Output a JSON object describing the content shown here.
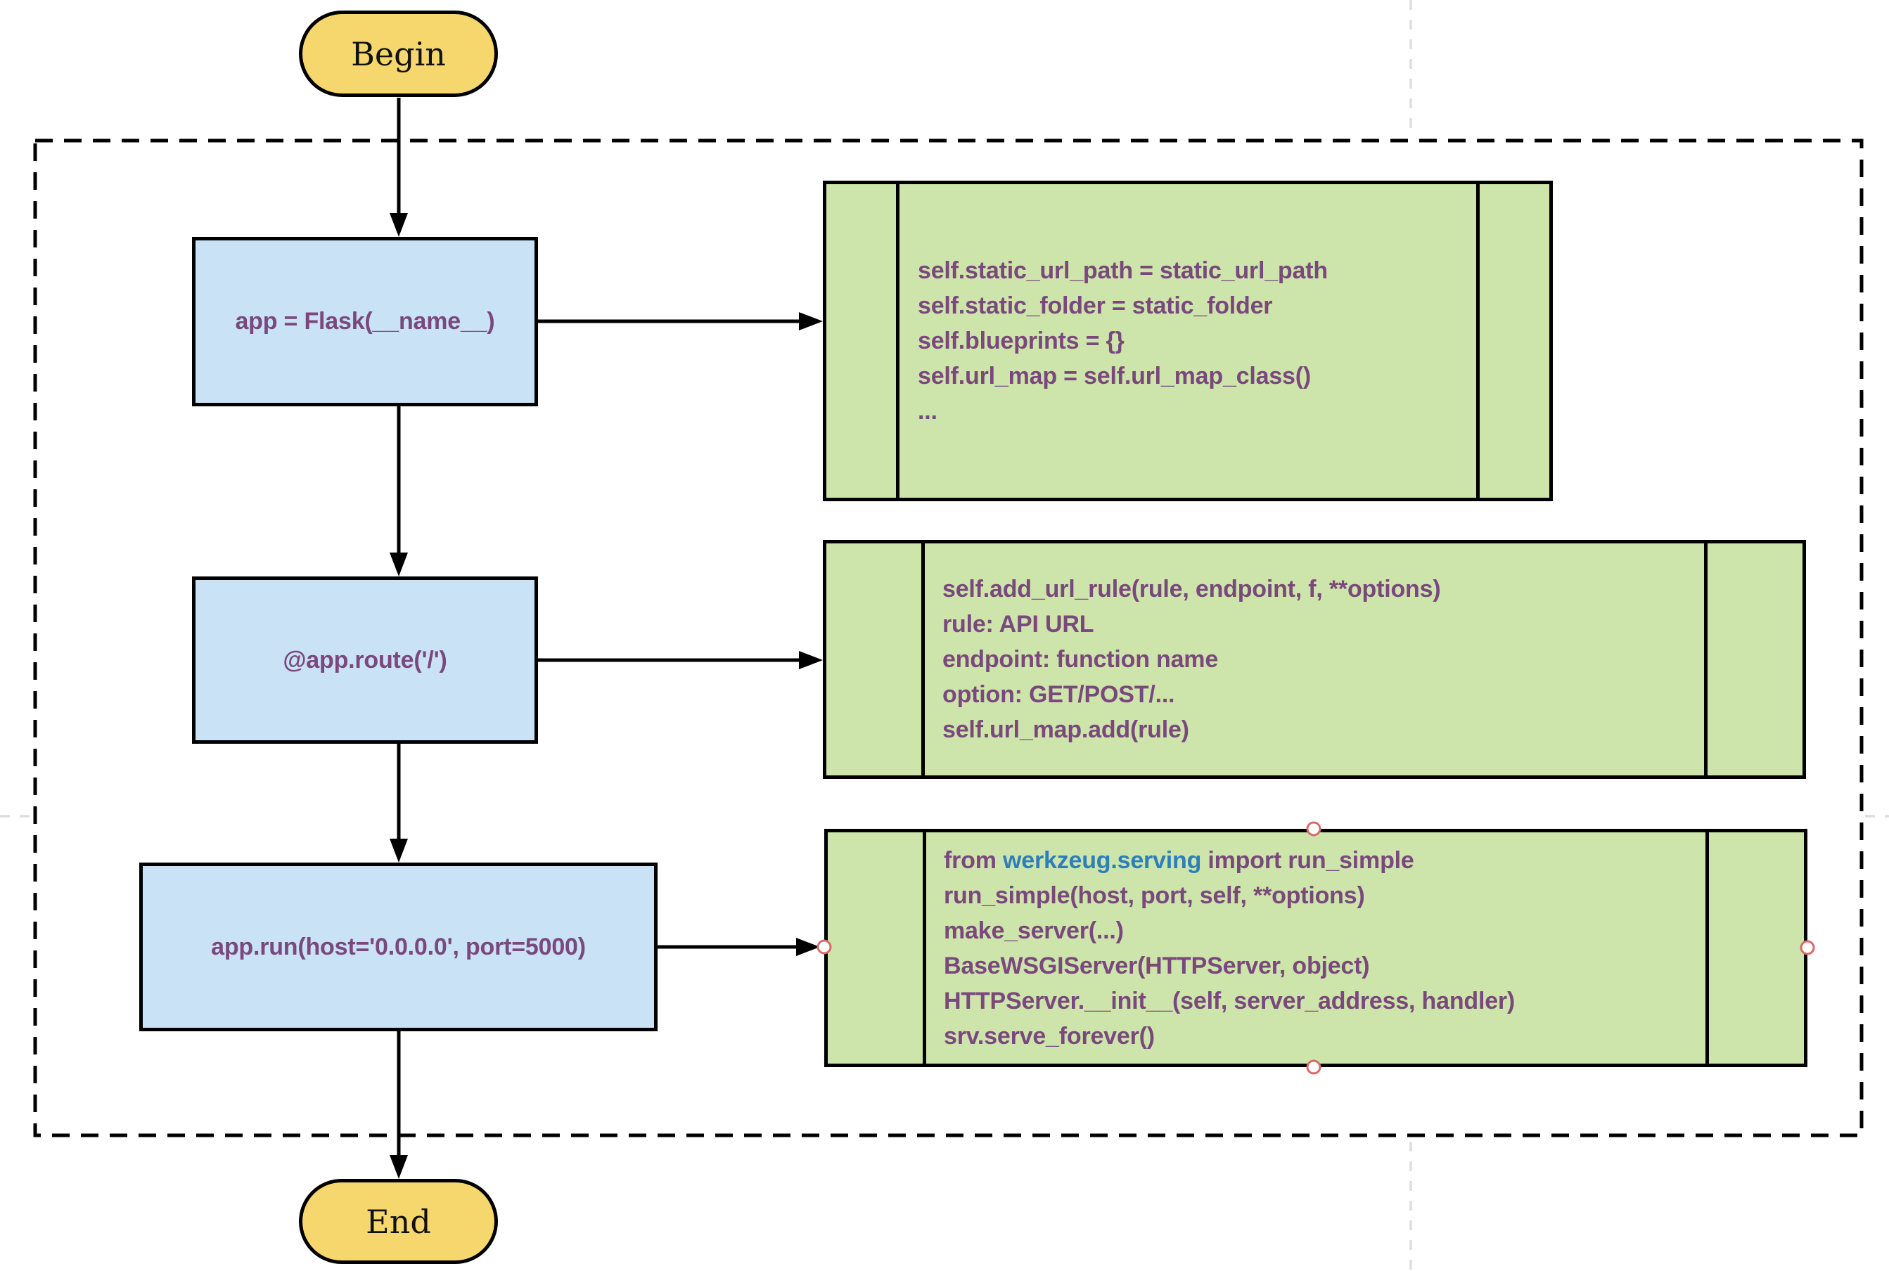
{
  "colors": {
    "canvas_bg": "#FFFFFF",
    "frame_fill": "#FFFFFF",
    "border": "#000000",
    "terminal_fill": "#F5D76E",
    "terminal_text": "#111111",
    "step_fill": "#C9E2F5",
    "detail_fill": "#CDE5AA",
    "code_text": "#7A487D",
    "accent_text": "#2E7EB8",
    "guide": "#DDDDDD",
    "anchor_fill": "#FFFFFF",
    "anchor_stroke": "#D66A6A"
  },
  "terminals": {
    "begin": "Begin",
    "end": "End"
  },
  "steps": [
    {
      "label": "app = Flask(__name__)"
    },
    {
      "label": "@app.route('/')"
    },
    {
      "label": "app.run(host='0.0.0.0', port=5000)"
    }
  ],
  "details": [
    {
      "lines": [
        [
          {
            "text": "self.static_url_path = static_url_path"
          }
        ],
        [
          {
            "text": "self.static_folder = static_folder"
          }
        ],
        [
          {
            "text": "self.blueprints = {}"
          }
        ],
        [
          {
            "text": "self.url_map = self.url_map_class()"
          }
        ],
        [
          {
            "text": "..."
          }
        ]
      ]
    },
    {
      "lines": [
        [
          {
            "text": "self.add_url_rule(rule, endpoint, f, **options)"
          }
        ],
        [
          {
            "text": "rule: API URL"
          }
        ],
        [
          {
            "text": "endpoint: function name"
          }
        ],
        [
          {
            "text": "option: GET/POST/..."
          }
        ],
        [
          {
            "text": "self.url_map.add(rule)"
          }
        ]
      ]
    },
    {
      "lines": [
        [
          {
            "text": "from "
          },
          {
            "text": "werkzeug.serving",
            "accent": true
          },
          {
            "text": " import run_simple"
          }
        ],
        [
          {
            "text": "run_simple(host, port, self, **options)"
          }
        ],
        [
          {
            "text": "make_server(...)"
          }
        ],
        [
          {
            "text": "BaseWSGIServer(HTTPServer, object)"
          }
        ],
        [
          {
            "text": "HTTPServer.__init__(self, server_address, handler)"
          }
        ],
        [
          {
            "text": "srv.serve_forever()"
          }
        ]
      ]
    }
  ]
}
